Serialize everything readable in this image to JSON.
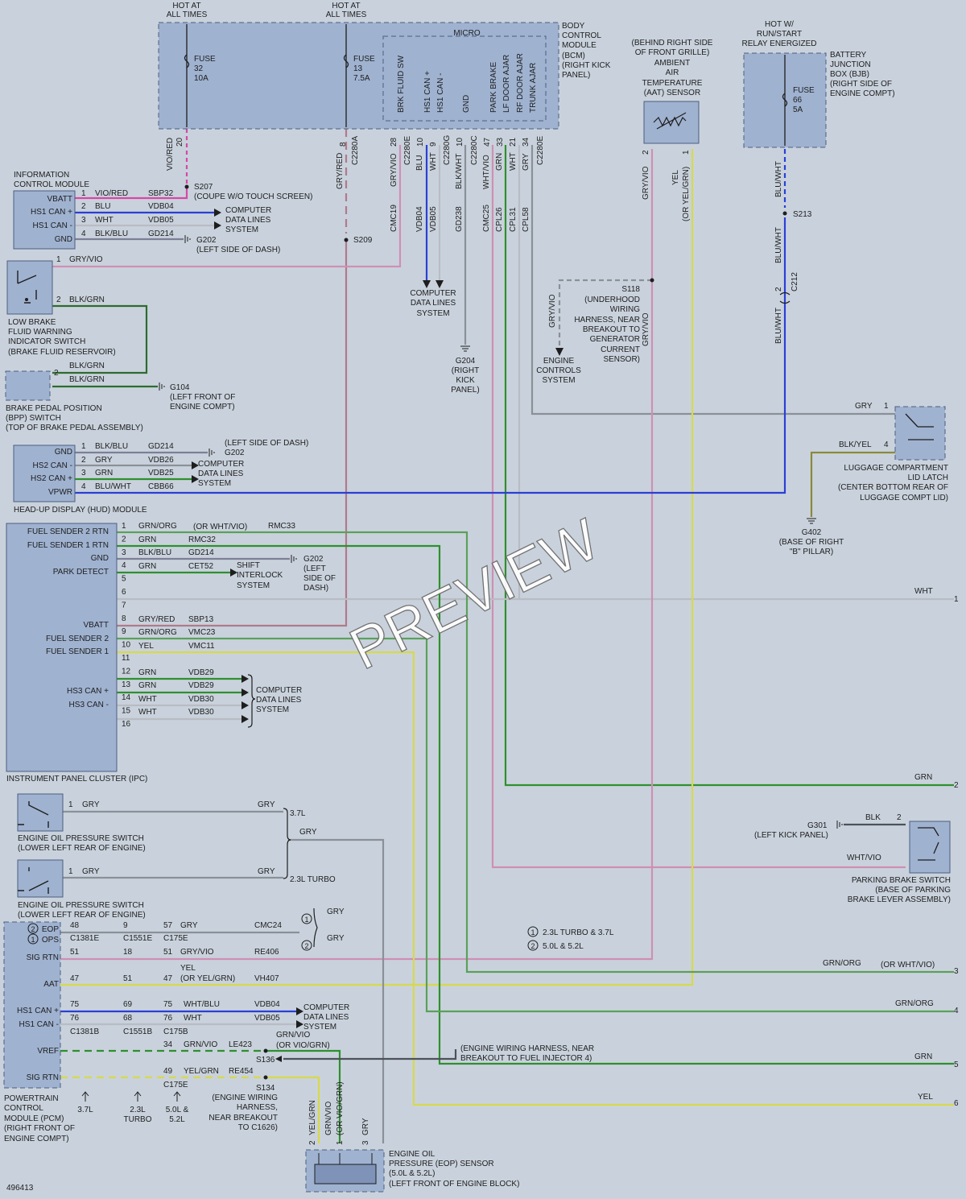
{
  "diagram": {
    "doc_number": "496413",
    "watermark": "PREVIEW",
    "colors": {
      "background": "#c9d2dc",
      "component_fill": "#9fb2d0",
      "wire_violet_red": "#d946a8",
      "wire_blue": "#2a3fd6",
      "wire_white": "#b9bcc2",
      "wire_gray": "#8b9097",
      "wire_green": "#2f8f2f",
      "wire_yellow": "#d8d94a",
      "wire_gray_violet": "#cf8fb5",
      "wire_gray_red": "#b07a8a"
    },
    "bcm": {
      "hot1": [
        "HOT AT",
        "ALL TIMES"
      ],
      "hot2": [
        "HOT AT",
        "ALL TIMES"
      ],
      "title": [
        "BODY",
        "CONTROL",
        "MODULE",
        "(BCM)",
        "(RIGHT KICK",
        "PANEL)"
      ],
      "micro": "MICRO",
      "fuse1": [
        "FUSE",
        "32",
        "10A"
      ],
      "fuse2": [
        "FUSE",
        "13",
        "7.5A"
      ],
      "functions": [
        "BRK FLUID SW",
        "HS1 CAN +",
        "HS1 CAN -",
        "GND",
        "PARK BRAKE",
        "LF DOOR AJAR",
        "RF DOOR AJAR",
        "TRUNK AJAR"
      ],
      "pins": [
        "20",
        "8",
        "28",
        "10",
        "9",
        "10",
        "47",
        "33",
        "21",
        "34"
      ],
      "connectors": [
        "C2280A",
        "C2280E",
        "C2280G",
        "C2280C",
        "C2280E"
      ],
      "wires": [
        "VIO/RED",
        "GRY/RED",
        "GRY/VIO",
        "BLU",
        "WHT",
        "BLK/WHT",
        "WHT/VIO",
        "GRN",
        "WHT",
        "GRY"
      ],
      "circuits": [
        "CMC19",
        "VDB04",
        "VDB05",
        "GD238",
        "CMC25",
        "CPL26",
        "CPL31",
        "CPL58"
      ]
    },
    "aat": {
      "label": [
        "(BEHIND RIGHT SIDE",
        "OF FRONT GRILLE)",
        "AMBIENT",
        "AIR",
        "TEMPERATURE",
        "(AAT) SENSOR"
      ],
      "pins": [
        "2",
        "1"
      ],
      "wires": [
        "GRY/VIO",
        "YEL",
        "(OR YEL/GRN)"
      ]
    },
    "bjb": {
      "hot": [
        "HOT W/",
        "RUN/START",
        "RELAY ENERGIZED"
      ],
      "label": [
        "BATTERY",
        "JUNCTION",
        "BOX (BJB)",
        "(RIGHT SIDE OF",
        "ENGINE COMPT)"
      ],
      "fuse": [
        "FUSE",
        "66",
        "5A"
      ],
      "wires": [
        "BLU/WHT",
        "S213",
        "BLU/WHT",
        "2",
        "C212",
        "BLU/WHT"
      ]
    },
    "icm": {
      "title": [
        "INFORMATION",
        "CONTROL MODULE"
      ],
      "pins": [
        "VBATT",
        "HS1 CAN +",
        "HS1 CAN -",
        "GND"
      ],
      "nums": [
        "1",
        "2",
        "3",
        "4"
      ],
      "wires": [
        "VIO/RED",
        "BLU",
        "WHT",
        "BLK/BLU"
      ],
      "circuits": [
        "SBP32",
        "VDB04",
        "VDB05",
        "GD214"
      ],
      "s207": [
        "S207",
        "(COUPE W/O TOUCH SCREEN)"
      ],
      "computer": [
        "COMPUTER",
        "DATA LINES",
        "SYSTEM"
      ],
      "ground": [
        "G202",
        "(LEFT SIDE OF DASH)"
      ]
    },
    "s209": "S209",
    "brake_fluid": {
      "label": [
        "LOW BRAKE",
        "FLUID WARNING",
        "INDICATOR SWITCH",
        "(BRAKE FLUID RESERVOIR)"
      ],
      "p1": [
        "1",
        "GRY/VIO"
      ],
      "p2": [
        "2",
        "BLK/GRN"
      ]
    },
    "bpp": {
      "label": [
        "BRAKE PEDAL POSITION",
        "(BPP) SWITCH",
        "(TOP OF BRAKE PEDAL ASSEMBLY)"
      ],
      "pin": "2",
      "wires": [
        "BLK/GRN",
        "BLK/GRN"
      ],
      "ground": [
        "G104",
        "(LEFT FRONT OF",
        "ENGINE COMPT)"
      ]
    },
    "computer_mid": [
      "COMPUTER",
      "DATA LINES",
      "SYSTEM"
    ],
    "g204": [
      "G204",
      "(RIGHT",
      "KICK",
      "PANEL)"
    ],
    "s118": [
      "S118",
      "(UNDERHOOD",
      "WIRING",
      "HARNESS, NEAR",
      "BREAKOUT TO",
      "GENERATOR",
      "CURRENT",
      "SENSOR)"
    ],
    "s118_wire": "GRY/VIO",
    "s118_wire2": "GRY/VIO",
    "engine_controls": [
      "ENGINE",
      "CONTROLS",
      "SYSTEM"
    ],
    "hud": {
      "title": "HEAD-UP DISPLAY (HUD) MODULE",
      "pins": [
        "GND",
        "HS2 CAN -",
        "HS2 CAN +",
        "VPWR"
      ],
      "nums": [
        "1",
        "2",
        "3",
        "4"
      ],
      "wires": [
        "BLK/BLU",
        "GRY",
        "GRN",
        "BLU/WHT"
      ],
      "circuits": [
        "GD214",
        "VDB26",
        "VDB25",
        "CBB66"
      ],
      "ground": [
        "(LEFT SIDE OF DASH)",
        "G202"
      ],
      "computer": [
        "COMPUTER",
        "DATA LINES",
        "SYSTEM"
      ]
    },
    "luggage": {
      "label": [
        "LUGGAGE COMPARTMENT",
        "LID LATCH",
        "(CENTER BOTTOM REAR OF",
        "LUGGAGE COMPT LID)"
      ],
      "p1": [
        "GRY",
        "1"
      ],
      "p4": [
        "BLK/YEL",
        "4"
      ],
      "ground": [
        "G402",
        "(BASE OF RIGHT",
        "\"B\" PILLAR)"
      ]
    },
    "ipc": {
      "title": "INSTRUMENT PANEL CLUSTER (IPC)",
      "pin_labels": [
        "FUEL SENDER 2 RTN",
        "FUEL SENDER 1 RTN",
        "GND",
        "PARK DETECT",
        "VBATT",
        "FUEL SENDER 2",
        "FUEL SENDER 1",
        "HS3 CAN +",
        "HS3 CAN -"
      ],
      "nums": [
        "1",
        "2",
        "3",
        "4",
        "5",
        "6",
        "7",
        "8",
        "9",
        "10",
        "11",
        "12",
        "13",
        "14",
        "15",
        "16"
      ],
      "wires": [
        "GRN/ORG",
        "GRN",
        "BLK/BLU",
        "GRN",
        "GRY/RED",
        "GRN/ORG",
        "YEL",
        "GRN",
        "GRN",
        "WHT",
        "WHT"
      ],
      "circuits": [
        "RMC33",
        "RMC32",
        "GD214",
        "CET52",
        "SBP13",
        "VMC23",
        "VMC11",
        "VDB29",
        "VDB29",
        "VDB30",
        "VDB30"
      ],
      "alt": "(OR WHT/VIO)",
      "shift": [
        "SHIFT",
        "INTERLOCK",
        "SYSTEM"
      ],
      "ground": [
        "G202",
        "(LEFT",
        "SIDE OF",
        "DASH)"
      ],
      "computer": [
        "COMPUTER",
        "DATA LINES",
        "SYSTEM"
      ]
    },
    "eops1": {
      "label": [
        "ENGINE OIL PRESSURE SWITCH",
        "(LOWER LEFT REAR OF ENGINE)"
      ],
      "pin": "1",
      "wires": [
        "GRY",
        "GRY"
      ],
      "variant": "3.7L"
    },
    "eops2": {
      "label": [
        "ENGINE OIL PRESSURE SWITCH",
        "(LOWER LEFT REAR OF ENGINE)"
      ],
      "pin": "1",
      "wires": [
        "GRY",
        "GRY"
      ],
      "variant": "2.3L TURBO"
    },
    "merge_gry": "GRY",
    "legend": {
      "items": [
        "2.3L TURBO & 3.7L",
        "5.0L & 5.2L"
      ],
      "marks": [
        "1",
        "2"
      ],
      "grys": [
        "GRY",
        "GRY"
      ]
    },
    "pcm": {
      "label": [
        "POWERTRAIN",
        "CONTROL",
        "MODULE (PCM)",
        "(RIGHT FRONT OF",
        "ENGINE COMPT)"
      ],
      "pin_labels": [
        "EOP",
        "OPS",
        "SIG RTN",
        "AAT",
        "HS1 CAN +",
        "HS1 CAN -",
        "VREF",
        "SIG RTN"
      ],
      "marks": [
        "2",
        "1"
      ],
      "col37": [
        "48",
        "51",
        "47",
        "75",
        "76"
      ],
      "col23": [
        "9",
        "18",
        "51",
        "69",
        "68"
      ],
      "col50": [
        "57",
        "51",
        "47",
        "75",
        "76",
        "34",
        "49"
      ],
      "conn_a": [
        "C1381E",
        "C1551E",
        "C175E"
      ],
      "conn_b": [
        "C1381B",
        "C1551B",
        "C175B"
      ],
      "conn_c": "C175E",
      "wires": [
        "GRY",
        "GRY/VIO",
        "YEL",
        "(OR YEL/GRN)",
        "WHT/BLU",
        "WHT",
        "GRN/VIO",
        "YEL/GRN"
      ],
      "circuits": [
        "CMC24",
        "RE406",
        "VH407",
        "VDB04",
        "VDB05",
        "LE423",
        "RE454"
      ],
      "variants": [
        "3.7L",
        "2.3L",
        "TURBO",
        "5.0L &",
        "5.2L"
      ],
      "computer": [
        "COMPUTER",
        "DATA LINES",
        "SYSTEM"
      ],
      "s136": "S136",
      "s136_wire": [
        "GRN/VIO",
        "(OR VIO/GRN)"
      ],
      "s134": [
        "S134",
        "(ENGINE WIRING",
        "HARNESS,",
        "NEAR BREAKOUT",
        "TO C1626)"
      ],
      "s136_note": [
        "(ENGINE WIRING HARNESS, NEAR",
        "BREAKOUT TO FUEL INJECTOR 4)"
      ]
    },
    "eop_sensor": {
      "label": [
        "ENGINE OIL",
        "PRESSURE (EOP) SENSOR",
        "(5.0L & 5.2L)",
        "(LEFT FRONT OF ENGINE BLOCK)"
      ],
      "pins": [
        "2",
        "1",
        "3"
      ],
      "wires": [
        "YEL/GRN",
        "GRN/VIO",
        "(OR VIO/GRN)",
        "GRY"
      ]
    },
    "parking_brake": {
      "label": [
        "PARKING BRAKE SWITCH",
        "(BASE OF PARKING",
        "BRAKE LEVER ASSEMBLY)"
      ],
      "p2": [
        "BLK",
        "2"
      ],
      "wire1": "WHT/VIO",
      "ground": [
        "G301",
        "(LEFT KICK PANEL)"
      ]
    },
    "right_edge": {
      "labels": [
        "WHT",
        "GRN",
        "GRN/ORG",
        "(OR WHT/VIO)",
        "GRN/ORG",
        "GRN",
        "YEL"
      ],
      "nums": [
        "1",
        "2",
        "3",
        "4",
        "5",
        "6"
      ]
    }
  }
}
